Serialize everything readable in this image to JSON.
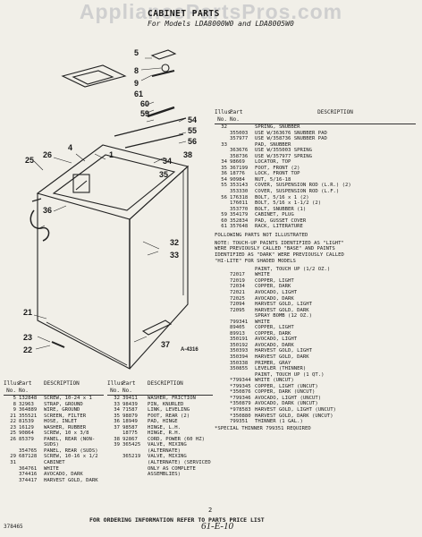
{
  "watermark": "AppliancePartsPros.com",
  "header": {
    "title": "CABINET PARTS",
    "models": "For Models LDA8000W0 and LDA8005W0"
  },
  "callouts": [
    "5",
    "8",
    "9",
    "61",
    "60",
    "59",
    "54",
    "55",
    "56",
    "1",
    "4",
    "26",
    "25",
    "36",
    "34",
    "35",
    "38",
    "32",
    "33",
    "21",
    "37",
    "23",
    "22",
    "A-4316"
  ],
  "right_table": {
    "header": {
      "no": "Illus. No.",
      "part": "Part No.",
      "desc": "DESCRIPTION"
    },
    "rows": [
      {
        "no": "32",
        "part": "",
        "desc": "SPRING, SNUBBER"
      },
      {
        "no": "",
        "part": "355003",
        "desc": "USE W/363676 SNUBBER PAD"
      },
      {
        "no": "",
        "part": "357977",
        "desc": "USE W/358736 SNUBBER PAD"
      },
      {
        "no": "33",
        "part": "",
        "desc": "PAD, SNUBBER"
      },
      {
        "no": "",
        "part": "363676",
        "desc": "USE W/355003 SPRING"
      },
      {
        "no": "",
        "part": "358736",
        "desc": "USE W/357977 SPRING"
      },
      {
        "no": "34",
        "part": "98669",
        "desc": "LOCATOR, TOP"
      },
      {
        "no": "35",
        "part": "367199",
        "desc": "FOOT, FRONT (2)"
      },
      {
        "no": "36",
        "part": "18776",
        "desc": "LOCK, FRONT TOP"
      },
      {
        "no": "54",
        "part": "90984",
        "desc": "NUT, 5/16-18"
      },
      {
        "no": "55",
        "part": "353143",
        "desc": "COVER, SUSPENSION ROD (L.R.) (2)"
      },
      {
        "no": "",
        "part": "353330",
        "desc": "COVER, SUSPENSION ROD (L.F.)"
      },
      {
        "no": "56",
        "part": "176318",
        "desc": "BOLT, 5/16 x 1 (2)"
      },
      {
        "no": "",
        "part": "176011",
        "desc": "BOLT, 5/16 x 1-1/2 (2)"
      },
      {
        "no": "",
        "part": "353770",
        "desc": "BOLT, SNUBBER (1)"
      },
      {
        "no": "59",
        "part": "354179",
        "desc": "CABINET, PLUG"
      },
      {
        "no": "60",
        "part": "352834",
        "desc": "PAD, GUSSET COVER"
      },
      {
        "no": "61",
        "part": "357648",
        "desc": "RACK, LITERATURE"
      }
    ],
    "not_illustrated": "FOLLOWING PARTS NOT ILLUSTRATED",
    "note": "NOTE: TOUCH-UP PAINTS IDENTIFIED AS \"LIGHT\" WERE PREVIOUSLY CALLED \"BASE\" AND PAINTS IDENTIFIED AS \"DARK\" WERE PREVIOUSLY CALLED \"HI-LITE\" FOR SHADED MODELS",
    "rows2": [
      {
        "no": "",
        "part": "",
        "desc": "PAINT, TOUCH UP (1/2 OZ.)"
      },
      {
        "no": "",
        "part": "72017",
        "desc": "WHITE"
      },
      {
        "no": "",
        "part": "72019",
        "desc": "COPPER, LIGHT"
      },
      {
        "no": "",
        "part": "72034",
        "desc": "COPPER, DARK"
      },
      {
        "no": "",
        "part": "72021",
        "desc": "AVOCADO, LIGHT"
      },
      {
        "no": "",
        "part": "72025",
        "desc": "AVOCADO, DARK"
      },
      {
        "no": "",
        "part": "72094",
        "desc": "HARVEST GOLD, LIGHT"
      },
      {
        "no": "",
        "part": "72095",
        "desc": "HARVEST GOLD, DARK"
      },
      {
        "no": "",
        "part": "",
        "desc": "SPRAY BOMB (12 OZ.)"
      },
      {
        "no": "",
        "part": "799341",
        "desc": "WHITE"
      },
      {
        "no": "",
        "part": "89405",
        "desc": "COPPER, LIGHT"
      },
      {
        "no": "",
        "part": "89913",
        "desc": "COPPER, DARK"
      },
      {
        "no": "",
        "part": "350191",
        "desc": "AVOCADO, LIGHT"
      },
      {
        "no": "",
        "part": "350192",
        "desc": "AVOCADO, DARK"
      },
      {
        "no": "",
        "part": "350393",
        "desc": "HARVEST GOLD, LIGHT"
      },
      {
        "no": "",
        "part": "350394",
        "desc": "HARVEST GOLD, DARK"
      },
      {
        "no": "",
        "part": "350338",
        "desc": "PRIMER, GRAY"
      },
      {
        "no": "",
        "part": "350855",
        "desc": "LEVELER (THINNER)"
      },
      {
        "no": "",
        "part": "",
        "desc": "PAINT, TOUCH UP (1 QT.)"
      },
      {
        "no": "",
        "part": "*799344",
        "desc": "WHITE (UNCUT)"
      },
      {
        "no": "",
        "part": "*799345",
        "desc": "COPPER, LIGHT (UNCUT)"
      },
      {
        "no": "",
        "part": "*350876",
        "desc": "COPPER, DARK (UNCUT)"
      },
      {
        "no": "",
        "part": "*799346",
        "desc": "AVOCADO, LIGHT (UNCUT)"
      },
      {
        "no": "",
        "part": "*350879",
        "desc": "AVOCADO, DARK (UNCUT)"
      },
      {
        "no": "",
        "part": "*978583",
        "desc": "HARVEST GOLD, LIGHT (UNCUT)"
      },
      {
        "no": "",
        "part": "*350880",
        "desc": "HARVEST GOLD, DARK (UNCUT)"
      },
      {
        "no": "",
        "part": "799351",
        "desc": "THINNER (1 GAL.)"
      }
    ],
    "special": "*SPECIAL THINNER 799351 REQUIRED"
  },
  "left_table": {
    "header": {
      "no": "Illus. No.",
      "part": "Part No.",
      "desc": "DESCRIPTION"
    },
    "rows": [
      {
        "no": "5",
        "part": "132848",
        "desc": "SCREW, 10-24 x 1"
      },
      {
        "no": "8",
        "part": "32963",
        "desc": "STRAP, GROUND"
      },
      {
        "no": "9",
        "part": "364889",
        "desc": "WIRE, GROUND"
      },
      {
        "no": "21",
        "part": "355521",
        "desc": "SCREEN, FILTER"
      },
      {
        "no": "22",
        "part": "81539",
        "desc": "HOSE, INLET"
      },
      {
        "no": "23",
        "part": "16129",
        "desc": "WASHER, RUBBER"
      },
      {
        "no": "25",
        "part": "90864",
        "desc": "SCREW, 10 x 3/8"
      },
      {
        "no": "26",
        "part": "85379",
        "desc": "PANEL, REAR (NON-SUDS)"
      },
      {
        "no": "",
        "part": "354765",
        "desc": "PANEL, REAR (SUDS)"
      },
      {
        "no": "29",
        "part": "687128",
        "desc": "SCREW, 10-16 x 1/2"
      },
      {
        "no": "31",
        "part": "",
        "desc": "CABINET"
      },
      {
        "no": "",
        "part": "364761",
        "desc": "WHITE"
      },
      {
        "no": "",
        "part": "374416",
        "desc": "AVOCADO, DARK"
      },
      {
        "no": "",
        "part": "374417",
        "desc": "HARVEST GOLD, DARK"
      }
    ]
  },
  "mid_table": {
    "header": {
      "no": "Illus. No.",
      "part": "Part No.",
      "desc": "DESCRIPTION"
    },
    "rows": [
      {
        "no": "32",
        "part": "39411",
        "desc": "WASHER, FRICTION"
      },
      {
        "no": "33",
        "part": "98439",
        "desc": "PIN, KNURLED"
      },
      {
        "no": "34",
        "part": "71587",
        "desc": "LINK, LEVELING"
      },
      {
        "no": "35",
        "part": "98879",
        "desc": "FOOT, REAR (2)"
      },
      {
        "no": "36",
        "part": "18949",
        "desc": "PAD, HINGE"
      },
      {
        "no": "37",
        "part": "98587",
        "desc": "HINGE, L.H."
      },
      {
        "no": "",
        "part": "18775",
        "desc": "HINGE, R.H."
      },
      {
        "no": "38",
        "part": "92867",
        "desc": "CORD, POWER (60 HZ)"
      },
      {
        "no": "39",
        "part": "365425",
        "desc": "VALVE, MIXING (ALTERNATE)"
      },
      {
        "no": "",
        "part": "365219",
        "desc": "VALVE, MIXING (ALTERNATE) (SERVICED ONLY AS COMPLETE ASSEMBLIES)"
      }
    ]
  },
  "page_number": "2",
  "footer": "FOR ORDERING INFORMATION REFER TO PARTS PRICE LIST",
  "doc_code": "378465",
  "handwritten": "61-E-10"
}
